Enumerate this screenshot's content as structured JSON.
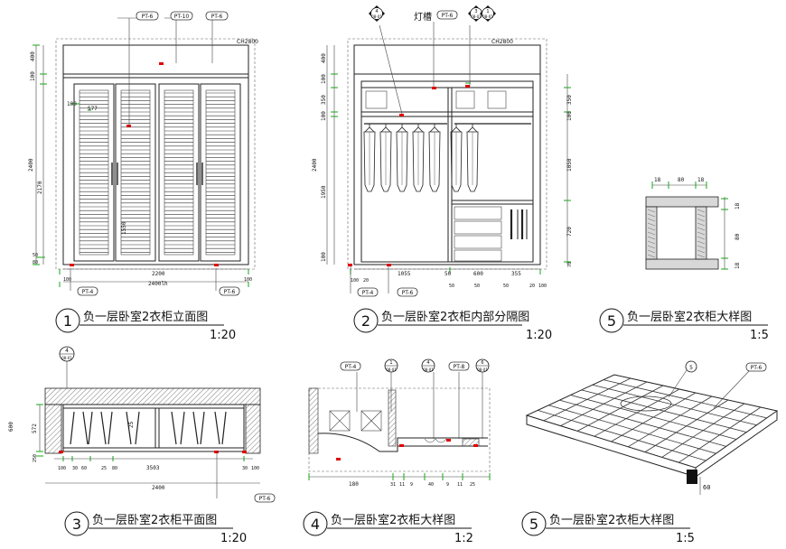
{
  "drawings": [
    {
      "num": "1",
      "title": "负一层卧室2衣柜立面图",
      "scale": "1:20"
    },
    {
      "num": "2",
      "title": "负一层卧室2衣柜内部分隔图",
      "scale": "1:20"
    },
    {
      "num": "5",
      "title": "负一层卧室2衣柜大样图",
      "scale": "1:5"
    },
    {
      "num": "3",
      "title": "负一层卧室2衣柜平面图",
      "scale": "1:20"
    },
    {
      "num": "4",
      "title": "负一层卧室2衣柜大样图",
      "scale": "1:2"
    },
    {
      "num": "5",
      "title": "负一层卧室2衣柜大样图",
      "scale": "1:5"
    }
  ],
  "tags": {
    "pt6": "PT-6",
    "pt10": "PT-10",
    "pt4": "PT-4",
    "pt8": "PT-8"
  },
  "section_marks": [
    {
      "num": "4",
      "ref": "08-01"
    },
    {
      "num": "3",
      "ref": "08-01"
    },
    {
      "num": "1",
      "ref": "08-01"
    },
    {
      "num": "4",
      "ref": "08-01"
    },
    {
      "num": "6",
      "ref": "08-01"
    },
    {
      "num": "5",
      "ref": "08-01"
    }
  ],
  "labels": {
    "light_slot": "灯槽",
    "ceiling_height": "CH2800"
  },
  "dims": {
    "d1_top": [
      "400",
      "100"
    ],
    "d1_left": [
      "2400",
      "100",
      "577",
      "2170",
      "50",
      "80"
    ],
    "d1_bottom": [
      "100",
      "2200",
      "100",
      "2400lh"
    ],
    "d1_inner": "1550",
    "d2_left": [
      "400",
      "100",
      "350",
      "100",
      "2400",
      "1950",
      "100"
    ],
    "d2_right": [
      "350",
      "100",
      "1050",
      "720",
      "70"
    ],
    "d2_bottom_a": [
      "100",
      "20",
      "1055",
      "50",
      "600",
      "355",
      "20",
      "100"
    ],
    "d2_bottom_b": [
      "50",
      "50",
      "50"
    ],
    "d3_left": [
      "600",
      "572",
      "250"
    ],
    "d3_bottom": [
      "100",
      "30",
      "60",
      "25",
      "80",
      "3503",
      "30",
      "100"
    ],
    "d3_total": "2400",
    "d3_mid": "25",
    "d4_bottom": [
      "180",
      "31",
      "11",
      "9",
      "40",
      "9",
      "11",
      "25"
    ],
    "d5_top": [
      "18",
      "80",
      "18"
    ],
    "d5_right": [
      "18",
      "80",
      "18"
    ],
    "d5b_side": "60"
  }
}
